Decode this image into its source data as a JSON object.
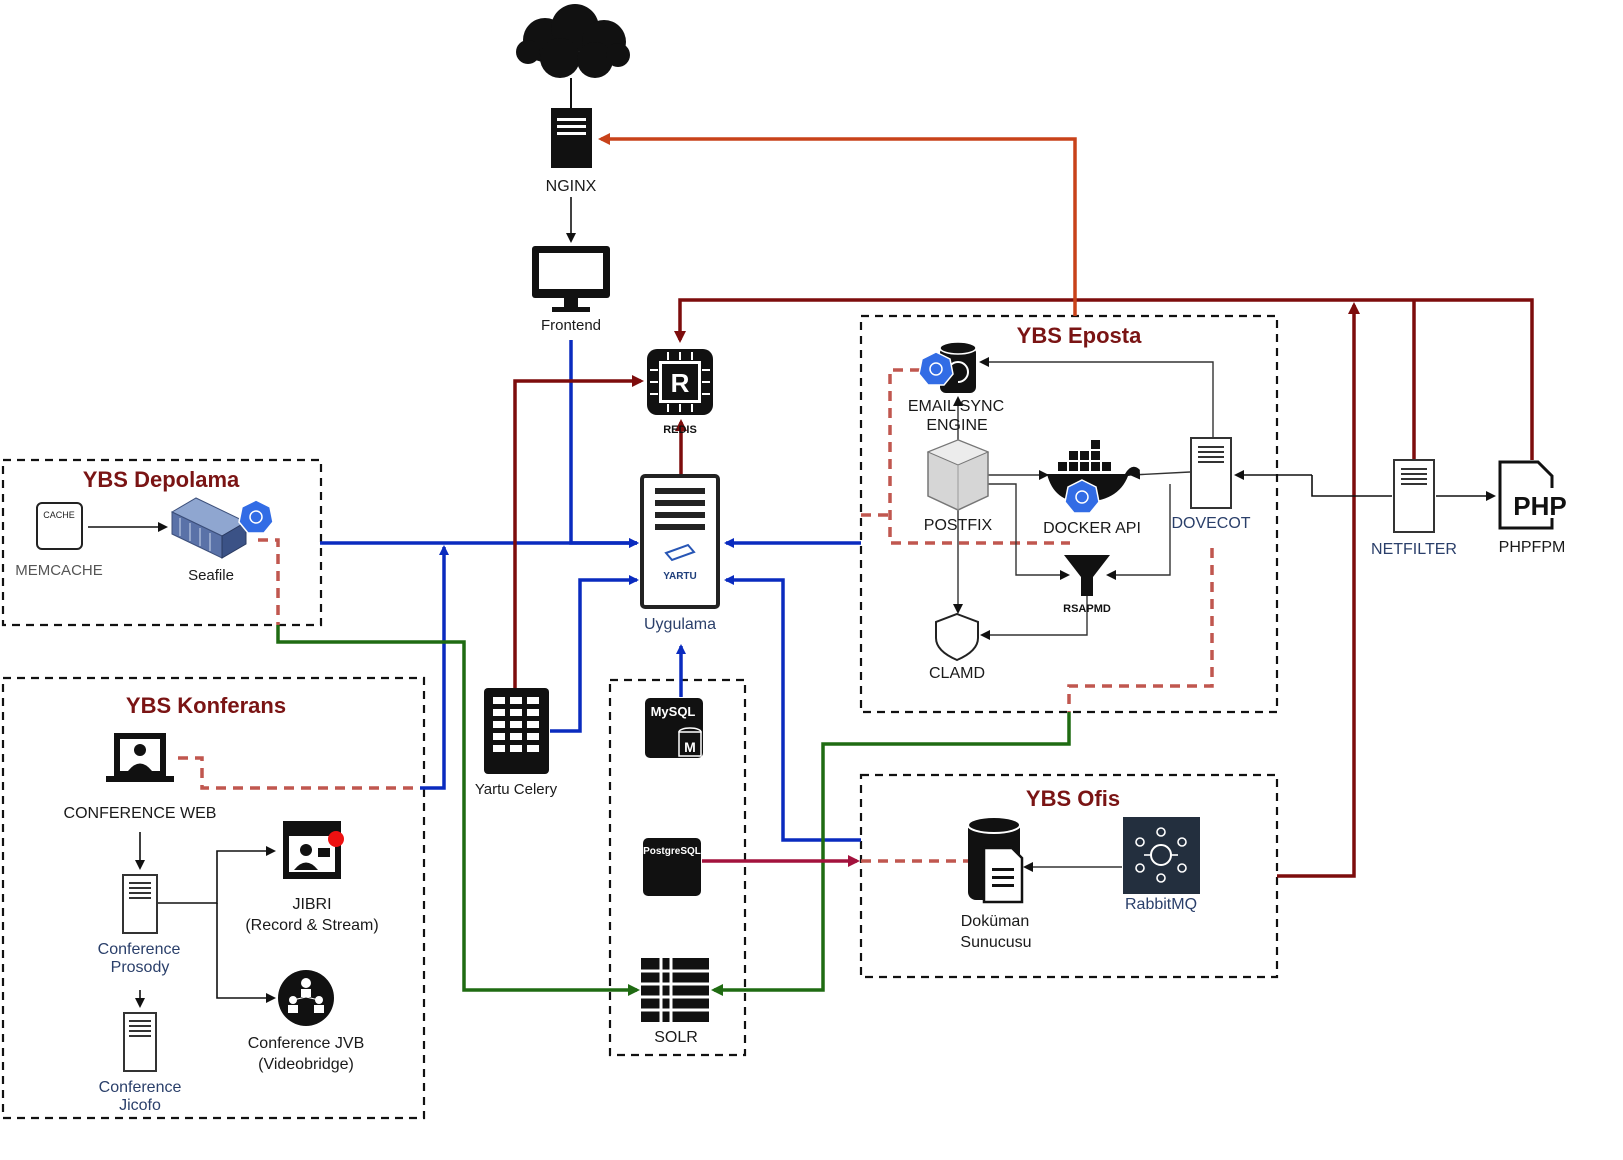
{
  "groups": {
    "depolama": "YBS Depolama",
    "konferans": "YBS Konferans",
    "eposta": "YBS Eposta",
    "ofis": "YBS Ofis"
  },
  "nodes": {
    "nginx": "NGINX",
    "frontend": "Frontend",
    "redis": "REDIS",
    "redis_letter": "R",
    "uygulama": "Uygulama",
    "yartu_logo": "YARTU",
    "yartu_celery": "Yartu Celery",
    "memcache": "MEMCACHE",
    "cache_icon_text": "CACHE",
    "seafile": "Seafile",
    "conference_web": "CONFERENCE WEB",
    "conference_prosody_1": "Conference",
    "conference_prosody_2": "Prosody",
    "conference_jicofo_1": "Conference",
    "conference_jicofo_2": "Jicofo",
    "jibri_1": "JIBRI",
    "jibri_2": "(Record & Stream)",
    "jvb_1": "Conference JVB",
    "jvb_2": "(Videobridge)",
    "mysql": "MySQL",
    "mysql_m": "M",
    "postgresql": "PostgreSQL",
    "solr": "SOLR",
    "email_sync_1": "EMAIL SYNC",
    "email_sync_2": "ENGINE",
    "postfix": "POSTFIX",
    "docker_api": "DOCKER API",
    "dovecot": "DOVECOT",
    "rsapmd": "RSAPMD",
    "clamd": "CLAMD",
    "netfilter": "NETFILTER",
    "phpfpm": "PHPFPM",
    "php_icon": "PHP",
    "dokuman_1": "Doküman",
    "dokuman_2": "Sunucusu",
    "rabbitmq": "RabbitMQ"
  },
  "colors": {
    "blue": "#0a2bbf",
    "dark_red": "#7d0c0c",
    "orange": "#c8421a",
    "green": "#1f6b12",
    "dashed_salmon": "#c0574f",
    "crimson": "#a3123d",
    "title_red": "#7a1414",
    "k8s_blue": "#326ce5"
  }
}
